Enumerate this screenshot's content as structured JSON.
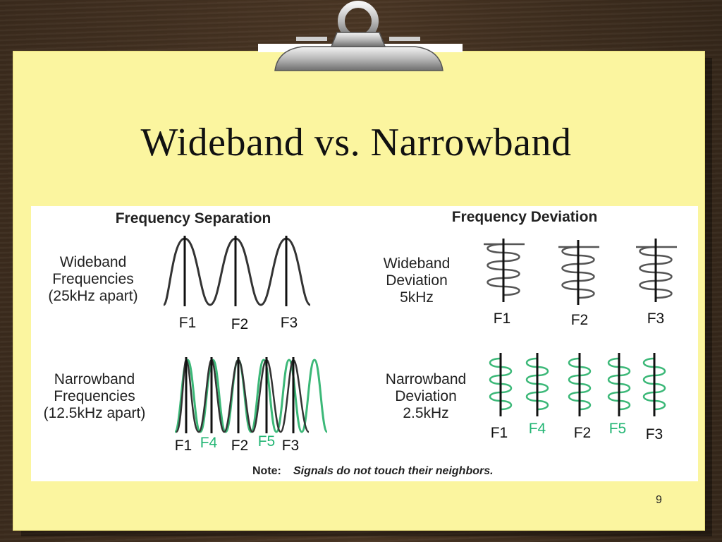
{
  "slide": {
    "title": "Wideband vs. Narrowband",
    "page_number": "9"
  },
  "colors": {
    "paper": "#fbf59f",
    "wood": "#3b2b1d",
    "wave_dark": "#333333",
    "wave_green": "#3cb878",
    "label_green": "#22b573"
  },
  "diagram": {
    "left_heading": "Frequency Separation",
    "right_heading": "Frequency Deviation",
    "wideband_freq": {
      "line1": "Wideband",
      "line2": "Frequencies",
      "line3": "(25kHz apart)",
      "channels": [
        "F1",
        "F2",
        "F3"
      ]
    },
    "narrowband_freq": {
      "line1": "Narrowband",
      "line2": "Frequencies",
      "line3": "(12.5kHz apart)",
      "channels": [
        "F1",
        "F4",
        "F2",
        "F5",
        "F3"
      ]
    },
    "wideband_dev": {
      "line1": "Wideband",
      "line2": "Deviation",
      "line3": "5kHz",
      "channels": [
        "F1",
        "F2",
        "F3"
      ]
    },
    "narrowband_dev": {
      "line1": "Narrowband",
      "line2": "Deviation",
      "line3": "2.5kHz",
      "channels": [
        "F1",
        "F4",
        "F2",
        "F5",
        "F3"
      ]
    },
    "note_label": "Note:",
    "note_text": "Signals do not touch their neighbors."
  }
}
